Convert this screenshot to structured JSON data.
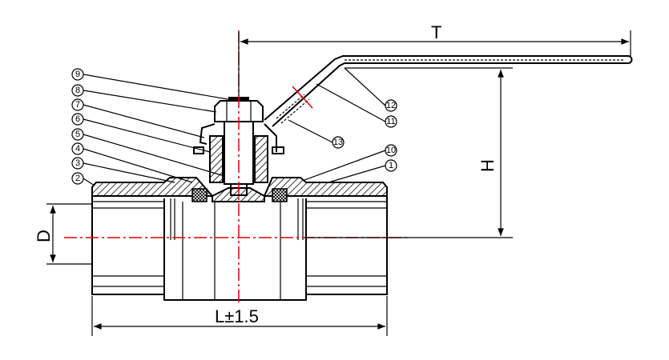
{
  "title": "Ball valve sectional drawing",
  "dimensions": {
    "T": "T",
    "H": "H",
    "D": "D",
    "L": "L±1.5"
  },
  "callouts_left": [
    "9",
    "8",
    "7",
    "6",
    "5",
    "4",
    "3",
    "2"
  ],
  "callouts_right": {
    "c12": "12",
    "c11": "11",
    "c13": "13",
    "c10": "10",
    "c1": "1"
  },
  "colors": {
    "line": "#000000",
    "centerline": "#e00000"
  }
}
